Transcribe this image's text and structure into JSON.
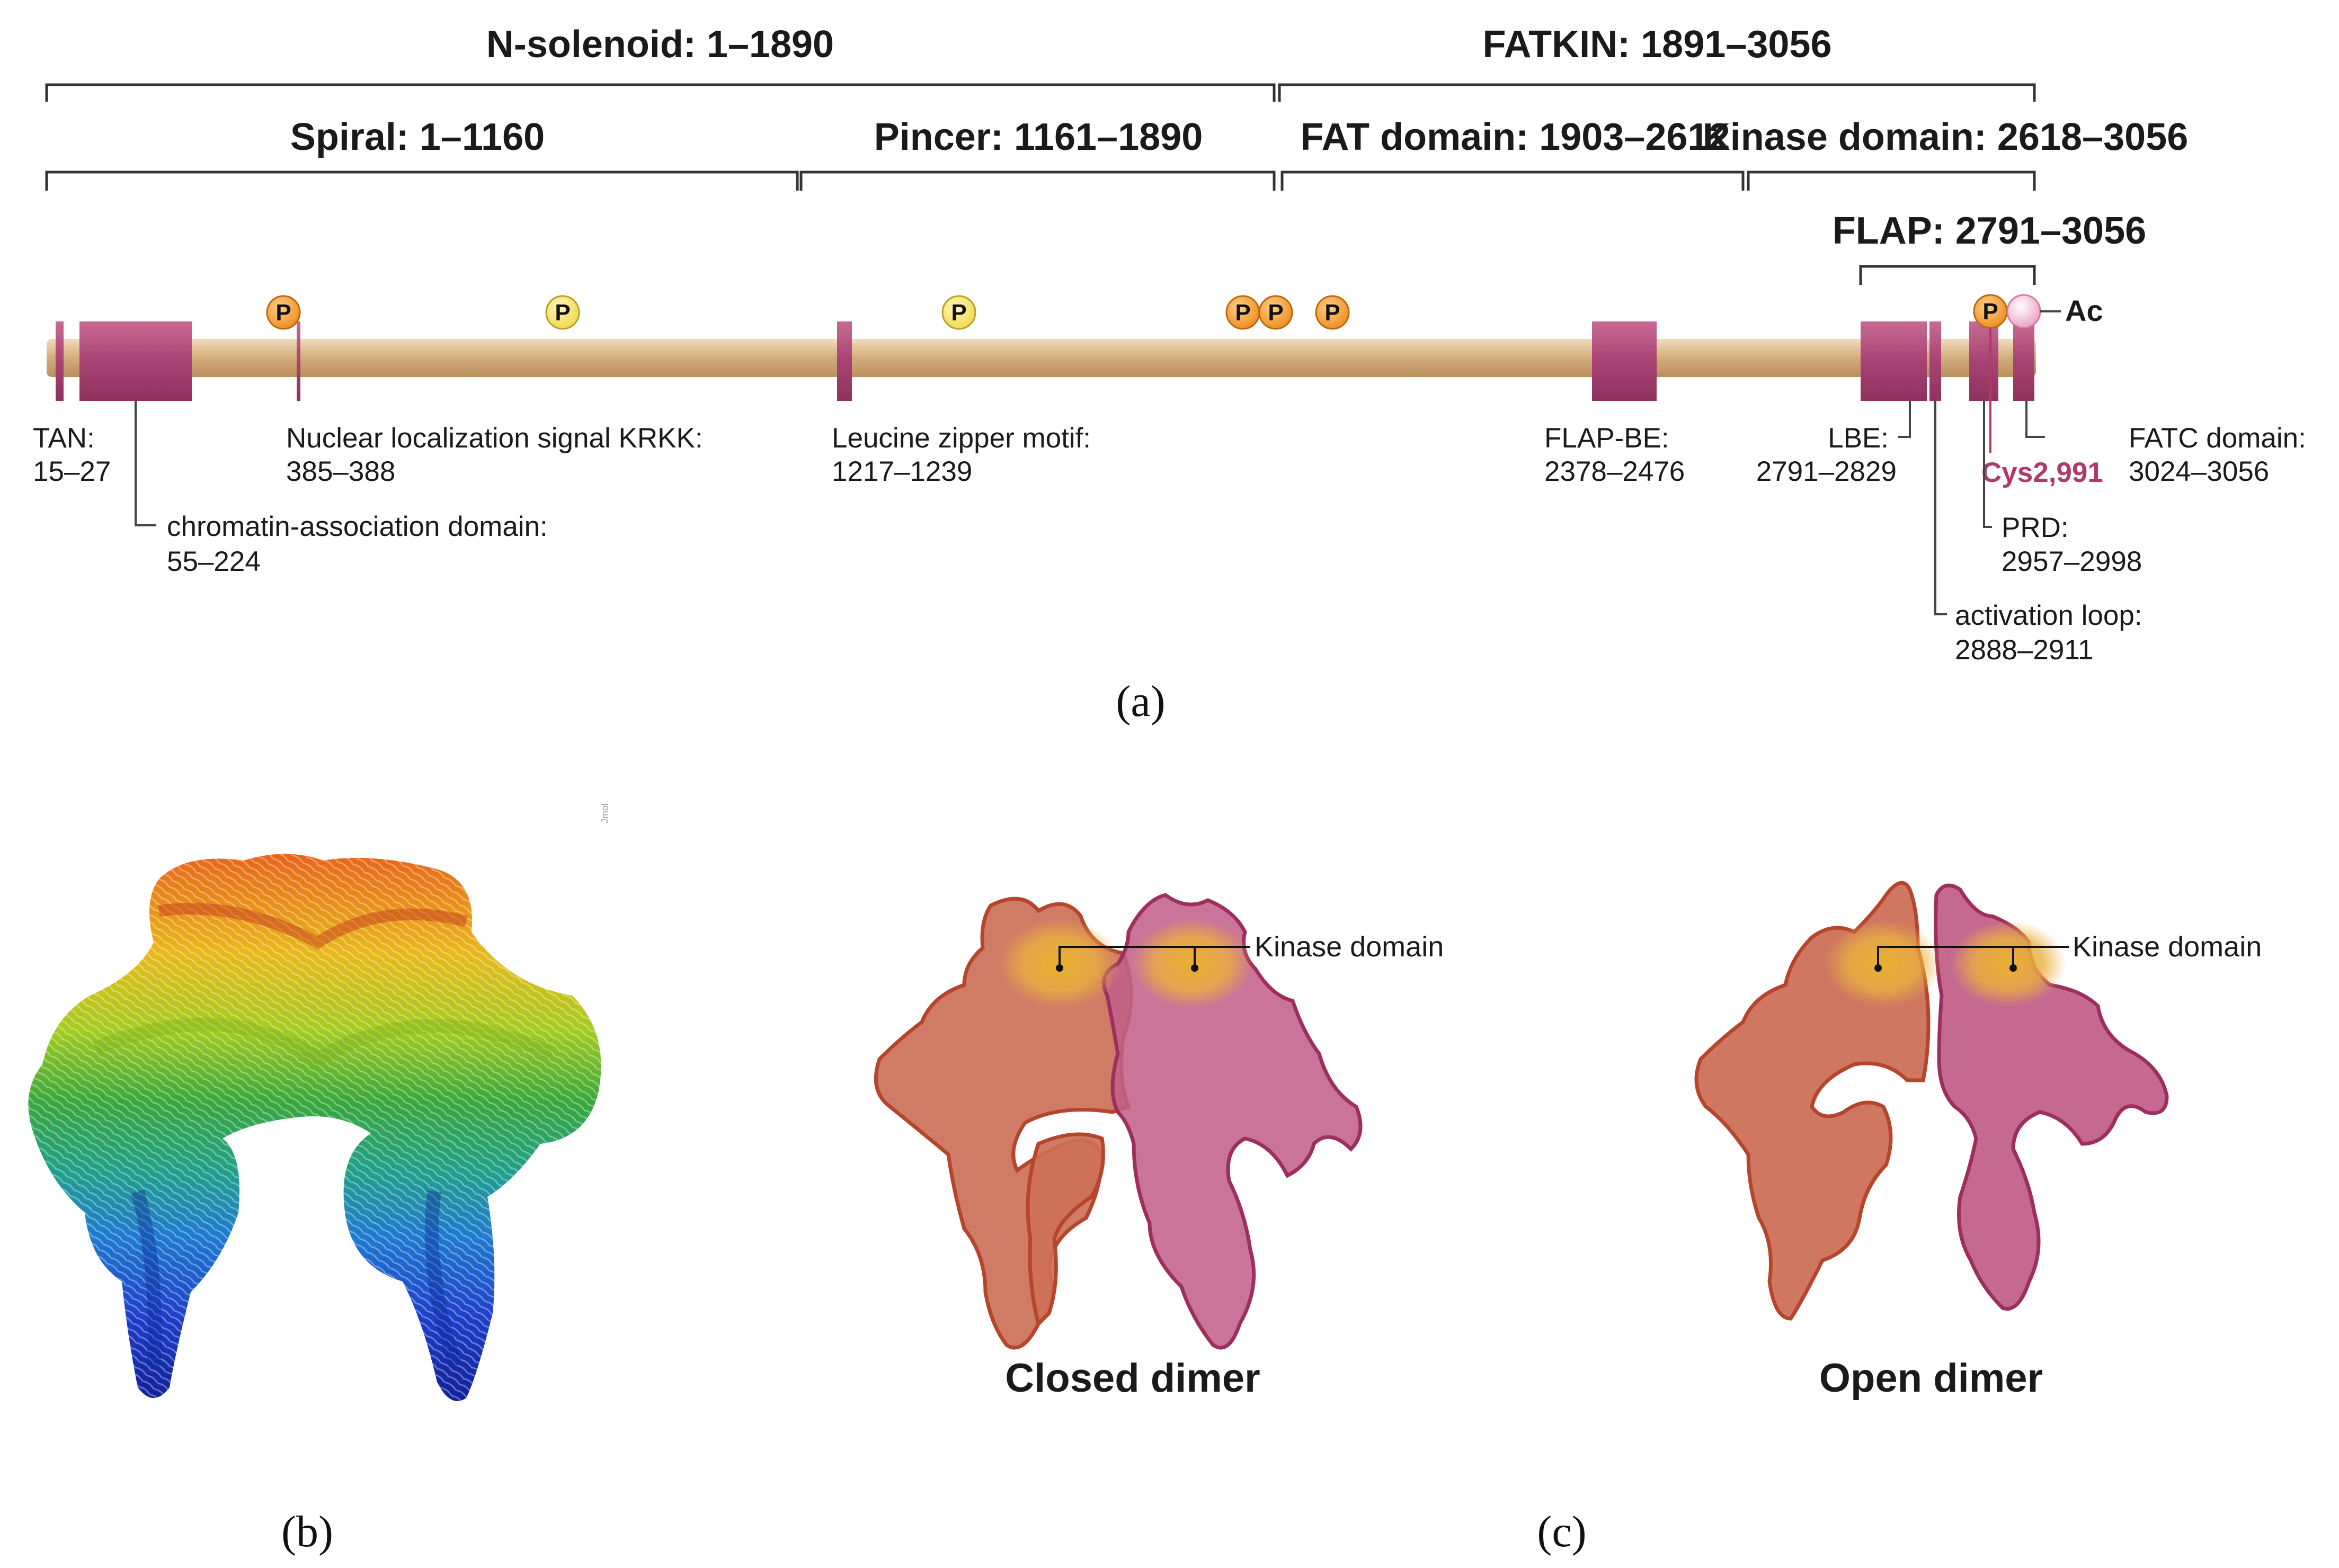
{
  "panel_a": {
    "brackets": {
      "n_solenoid": "N-solenoid: 1–1890",
      "fatkin": "FATKIN: 1891–3056",
      "spiral": "Spiral: 1–1160",
      "pincer": "Pincer: 1161–1890",
      "fat_domain": "FAT domain: 1903–2612",
      "kinase_domain": "Kinase domain: 2618–3056",
      "flap": "FLAP: 2791–3056"
    },
    "phospho_label": "P",
    "acetyl_label": "Ac",
    "features": {
      "tan_name": "TAN:",
      "tan_range": "15–27",
      "chromatin_name": "chromatin-association domain:",
      "chromatin_range": "55–224",
      "nls_name": "Nuclear localization signal KRKK:",
      "nls_range": "385–388",
      "leucine_name": "Leucine zipper motif:",
      "leucine_range": "1217–1239",
      "flapbe_name": "FLAP-BE:",
      "flapbe_range": "2378–2476",
      "lbe_name": "LBE:",
      "lbe_range": "2791–2829",
      "cys": "Cys2,991",
      "fatc_name": "FATC domain:",
      "fatc_range": "3024–3056",
      "prd_name": "PRD:",
      "prd_range": "2957–2998",
      "activation_name": "activation loop:",
      "activation_range": "2888–2911"
    },
    "colors": {
      "backbone": "#d9b98c",
      "domain": "#b04a7a",
      "phospho_orange": "#f39a2a",
      "phospho_yellow": "#f7e36a",
      "acetyl": "#f4b8d6"
    }
  },
  "panel_labels": {
    "a": "(a)",
    "b": "(b)",
    "c": "(c)"
  },
  "panel_b": {
    "watermark": "Jmol"
  },
  "panel_c": {
    "closed_title": "Closed dimer",
    "open_title": "Open dimer",
    "kinase_label": "Kinase domain",
    "colors": {
      "left_monomer": "#cc7058",
      "right_monomer": "#c2618a",
      "kinase": "#e6a83a"
    }
  }
}
